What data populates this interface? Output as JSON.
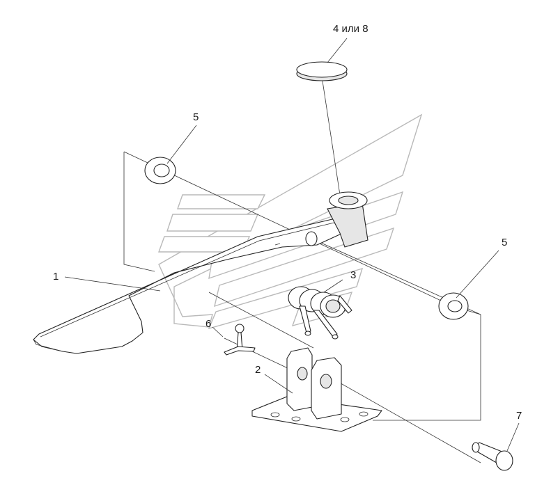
{
  "callouts": {
    "c1": "1",
    "c2": "2",
    "c3": "3",
    "c4": "4 или 8",
    "c5a": "5",
    "c5b": "5",
    "c6": "6",
    "c7": "7"
  }
}
